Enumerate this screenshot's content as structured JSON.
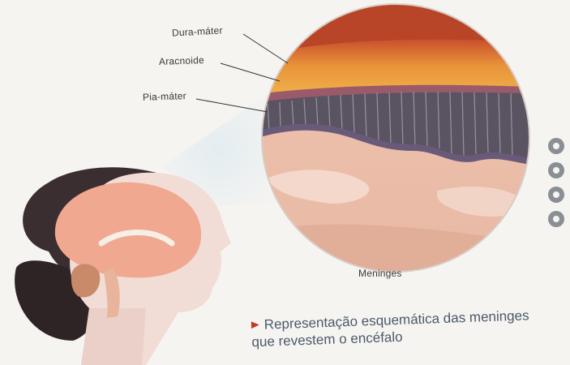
{
  "labels": {
    "dura": "Dura-máter",
    "arachnoid": "Aracnoide",
    "pia": "Pia-máter",
    "meninges": "Meninges"
  },
  "caption": {
    "text": "Representação esquemática das meninges que revestem o encéfalo"
  },
  "colors": {
    "caption_marker": "#c0392b",
    "caption_text": "#4a5a6a",
    "dura": "#e08a3c",
    "arachnoid": "#9a5a6a",
    "pia": "#6a5a7a",
    "brain": "#f0a890",
    "skin": "#f2dcd6",
    "hair": "#3a2e30"
  }
}
